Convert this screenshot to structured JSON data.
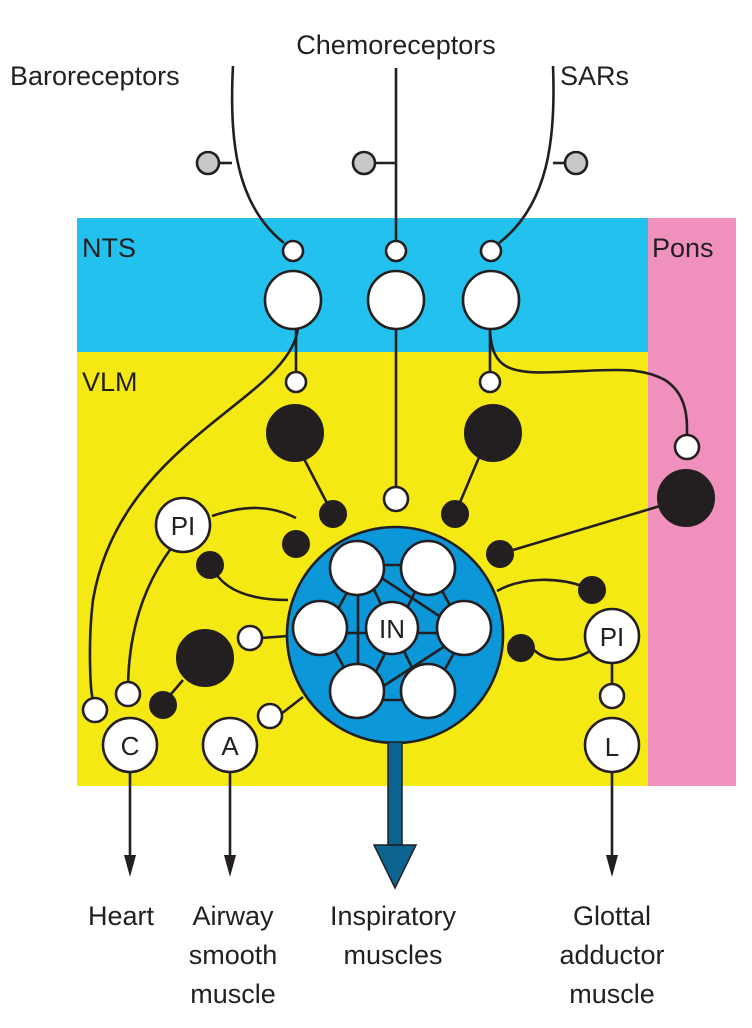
{
  "colors": {
    "nts": "#22c1ee",
    "vlm": "#f5e914",
    "pons": "#f090bd",
    "in_network": "#0b97d8",
    "output_arrow": "#0b6590",
    "stroke": "#231f20"
  },
  "regions": {
    "nts": "NTS",
    "vlm": "VLM",
    "pons": "Pons"
  },
  "inputs": {
    "baroreceptors": "Baroreceptors",
    "chemoreceptors": "Chemoreceptors",
    "sars": "SARs"
  },
  "nodes": {
    "in": "IN",
    "pi_left": "PI",
    "pi_right": "PI",
    "c": "C",
    "a": "A",
    "l": "L"
  },
  "outputs": {
    "heart": [
      "Heart"
    ],
    "airway": [
      "Airway",
      "smooth",
      "muscle"
    ],
    "inspiratory": [
      "Inspiratory",
      "muscles"
    ],
    "glottal": [
      "Glottal",
      "adductor",
      "muscle"
    ]
  }
}
